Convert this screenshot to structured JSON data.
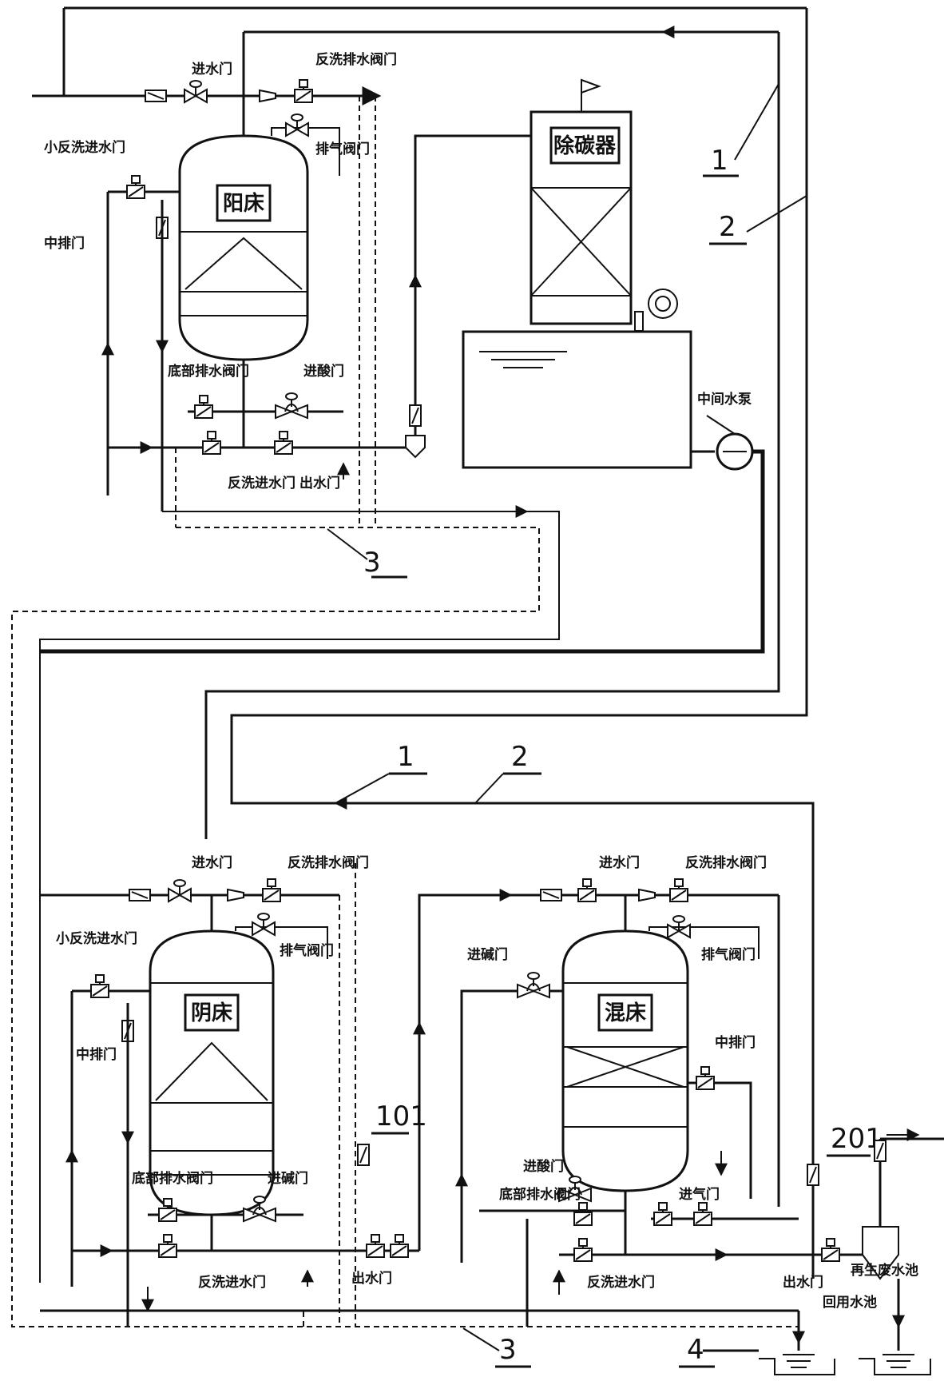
{
  "cation_unit": {
    "vessel_label": "阳床",
    "inlet_valve": "进水门",
    "backwash_drain_valve": "反洗排水阀门",
    "vent_valve": "排气阀门",
    "small_backwash_inlet_valve": "小反洗进水门",
    "middle_drain_valve": "中排门",
    "bottom_drain_valve": "底部排水阀门",
    "acid_inlet_valve": "进酸门",
    "backwash_inlet_valve": "反洗进水门",
    "outlet_valve": "出水门"
  },
  "decarbonator": {
    "label": "除碳器",
    "pump_label": "中间水泵"
  },
  "anion_unit": {
    "vessel_label": "阴床",
    "inlet_valve": "进水门",
    "backwash_drain_valve": "反洗排水阀门",
    "vent_valve": "排气阀门",
    "small_backwash_inlet_valve": "小反洗进水门",
    "middle_drain_valve": "中排门",
    "bottom_drain_valve": "底部排水阀门",
    "alkali_inlet_valve": "进碱门",
    "backwash_inlet_valve": "反洗进水门",
    "outlet_valve": "出水门",
    "meter_tag": "101"
  },
  "mixed_unit": {
    "vessel_label": "混床",
    "inlet_valve": "进水门",
    "backwash_drain_valve": "反洗排水阀门",
    "vent_valve": "排气阀门",
    "alkali_inlet_valve": "进碱门",
    "middle_drain_valve": "中排门",
    "acid_inlet_valve": "进酸门",
    "bottom_drain_valve": "底部排水阀门",
    "air_inlet_valve": "进气门",
    "backwash_inlet_valve": "反洗进水门",
    "outlet_valve": "出水门",
    "meter_tag": "201"
  },
  "tanks": {
    "waste_pool": "再生废水池",
    "reuse_pool": "回用水池"
  },
  "line_tags": {
    "tag1": "1",
    "tag2": "2",
    "tag3": "3",
    "tag4": "4"
  }
}
